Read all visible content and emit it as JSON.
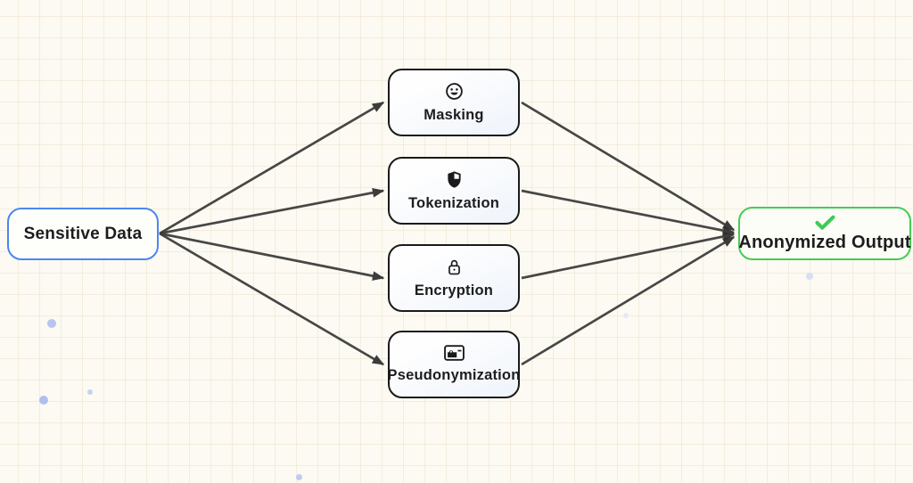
{
  "diagram": {
    "nodes": [
      {
        "id": "sensitive-data",
        "label": "Sensitive Data",
        "icon": null,
        "border_color": "#4B87F0"
      },
      {
        "id": "masking",
        "label": "Masking",
        "icon": "smiley-icon",
        "border_color": "#1A1A1A"
      },
      {
        "id": "tokenization",
        "label": "Tokenization",
        "icon": "shield-icon",
        "border_color": "#1A1A1A"
      },
      {
        "id": "encryption",
        "label": "Encryption",
        "icon": "lock-icon",
        "border_color": "#1A1A1A"
      },
      {
        "id": "pseudonymization",
        "label": "Pseudonymization",
        "icon": "id-card-icon",
        "border_color": "#1A1A1A"
      },
      {
        "id": "anonymized-output",
        "label": "Anonymized Output",
        "icon": "check-icon",
        "border_color": "#47CB54"
      }
    ],
    "edges": [
      {
        "from": "sensitive-data",
        "to": "masking"
      },
      {
        "from": "sensitive-data",
        "to": "tokenization"
      },
      {
        "from": "sensitive-data",
        "to": "encryption"
      },
      {
        "from": "sensitive-data",
        "to": "pseudonymization"
      },
      {
        "from": "masking",
        "to": "anonymized-output"
      },
      {
        "from": "tokenization",
        "to": "anonymized-output"
      },
      {
        "from": "encryption",
        "to": "anonymized-output"
      },
      {
        "from": "pseudonymization",
        "to": "anonymized-output"
      }
    ],
    "colors": {
      "background": "#FCFAF2",
      "grid_line": "#F3EDDE",
      "edge": "#3A3A3A",
      "text": "#1D1D1F",
      "source_border": "#4B87F0",
      "technique_border": "#1A1A1A",
      "sink_border": "#47CB54",
      "check": "#3DCB57"
    }
  }
}
